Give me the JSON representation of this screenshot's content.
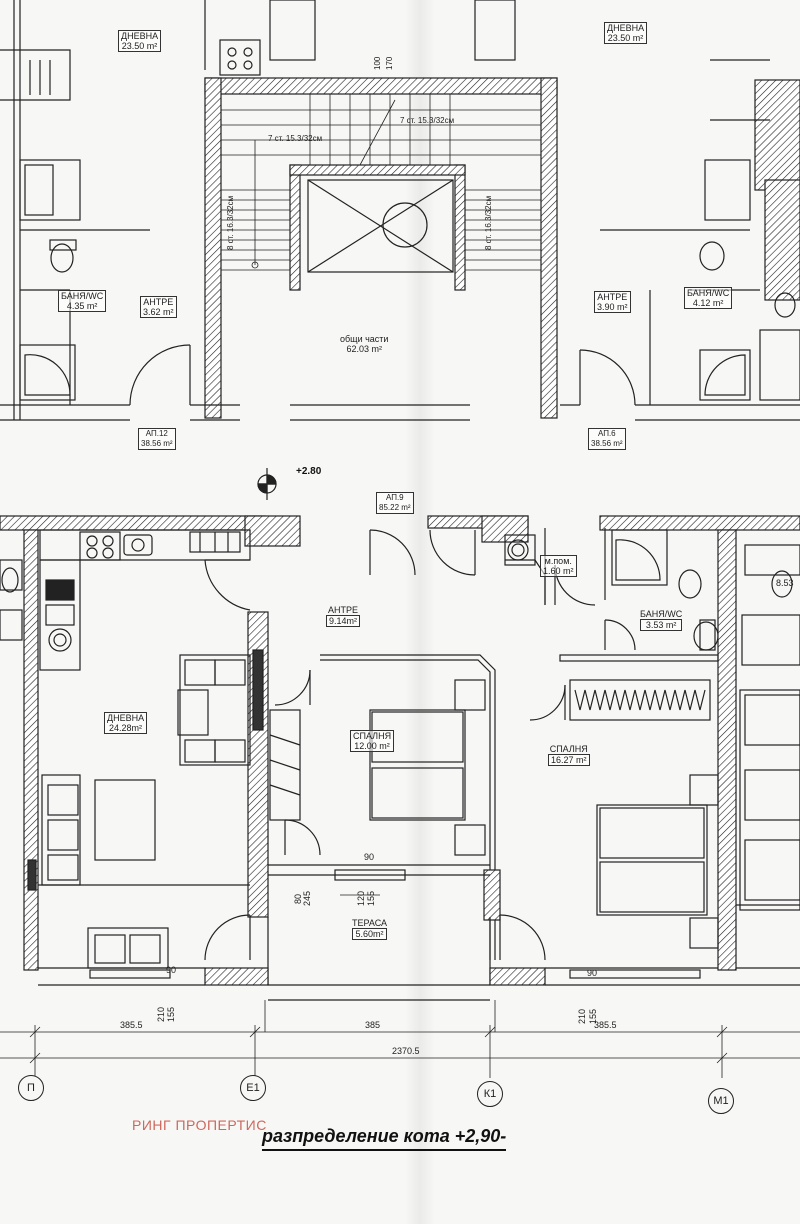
{
  "upper_floor": {
    "left_living": {
      "name": "ДНЕВНА",
      "area": "23.50 m²"
    },
    "right_living": {
      "name": "ДНЕВНА",
      "area": "23.50 m²"
    },
    "left_bath": {
      "name": "БАНЯ/WC",
      "area": "4.35 m²"
    },
    "left_hall": {
      "name": "АНТРЕ",
      "area": "3.62 m²"
    },
    "right_hall": {
      "name": "АНТРЕ",
      "area": "3.90 m²"
    },
    "right_bath": {
      "name": "БАНЯ/WC",
      "area": "4.12 m²"
    },
    "common": {
      "name": "общи части",
      "area": "62.03 m²"
    },
    "apt_left": {
      "name": "АП.12",
      "area": "38.56 m²"
    },
    "apt_right": {
      "name": "АП.6",
      "area": "38.56 m²"
    },
    "stair_note_1": "7 ст. 15.3/32см",
    "stair_note_2": "7 ст. 15.3/32см",
    "stair_note_3": "8 ст. 16.3/32см",
    "stair_note_4": "8 ст. 16.3/32см",
    "stair_dim_1": "100",
    "stair_dim_2": "170"
  },
  "level_mark": "+2.80",
  "apartment": {
    "name": "АП.9",
    "area": "85.22 m²",
    "hall": {
      "name": "АНТРЕ",
      "area": "9.14m²"
    },
    "storage": {
      "name": "м.пом.",
      "area": "1.60 m²"
    },
    "bath": {
      "name": "БАНЯ/WC",
      "area": "3.53 m²"
    },
    "living": {
      "name": "ДНЕВНА",
      "area": "24.28m²"
    },
    "bedroom1": {
      "name": "СПАЛНЯ",
      "area": "12.00 m²"
    },
    "bedroom2": {
      "name": "СПАЛНЯ",
      "area": "16.27 m²"
    },
    "terrace": {
      "name": "ТЕРАСА",
      "area": "5.60m²"
    },
    "right_partial_area": "8.53"
  },
  "dimensions": {
    "d90_1": "90",
    "d90_2": "90",
    "d90_3": "90",
    "d80": "80",
    "d245": "245",
    "d120": "120",
    "d155a": "155",
    "d210a": "210",
    "d155b": "155",
    "d210b": "210",
    "d155c": "155",
    "span1": "385.5",
    "span2": "385",
    "span3": "385.5",
    "total": "2370.5"
  },
  "axes": [
    "П",
    "Е1",
    "К1",
    "М1"
  ],
  "watermark": "РИНГ ПРОПЕРТИС",
  "caption": "разпределение кота +2,90-"
}
